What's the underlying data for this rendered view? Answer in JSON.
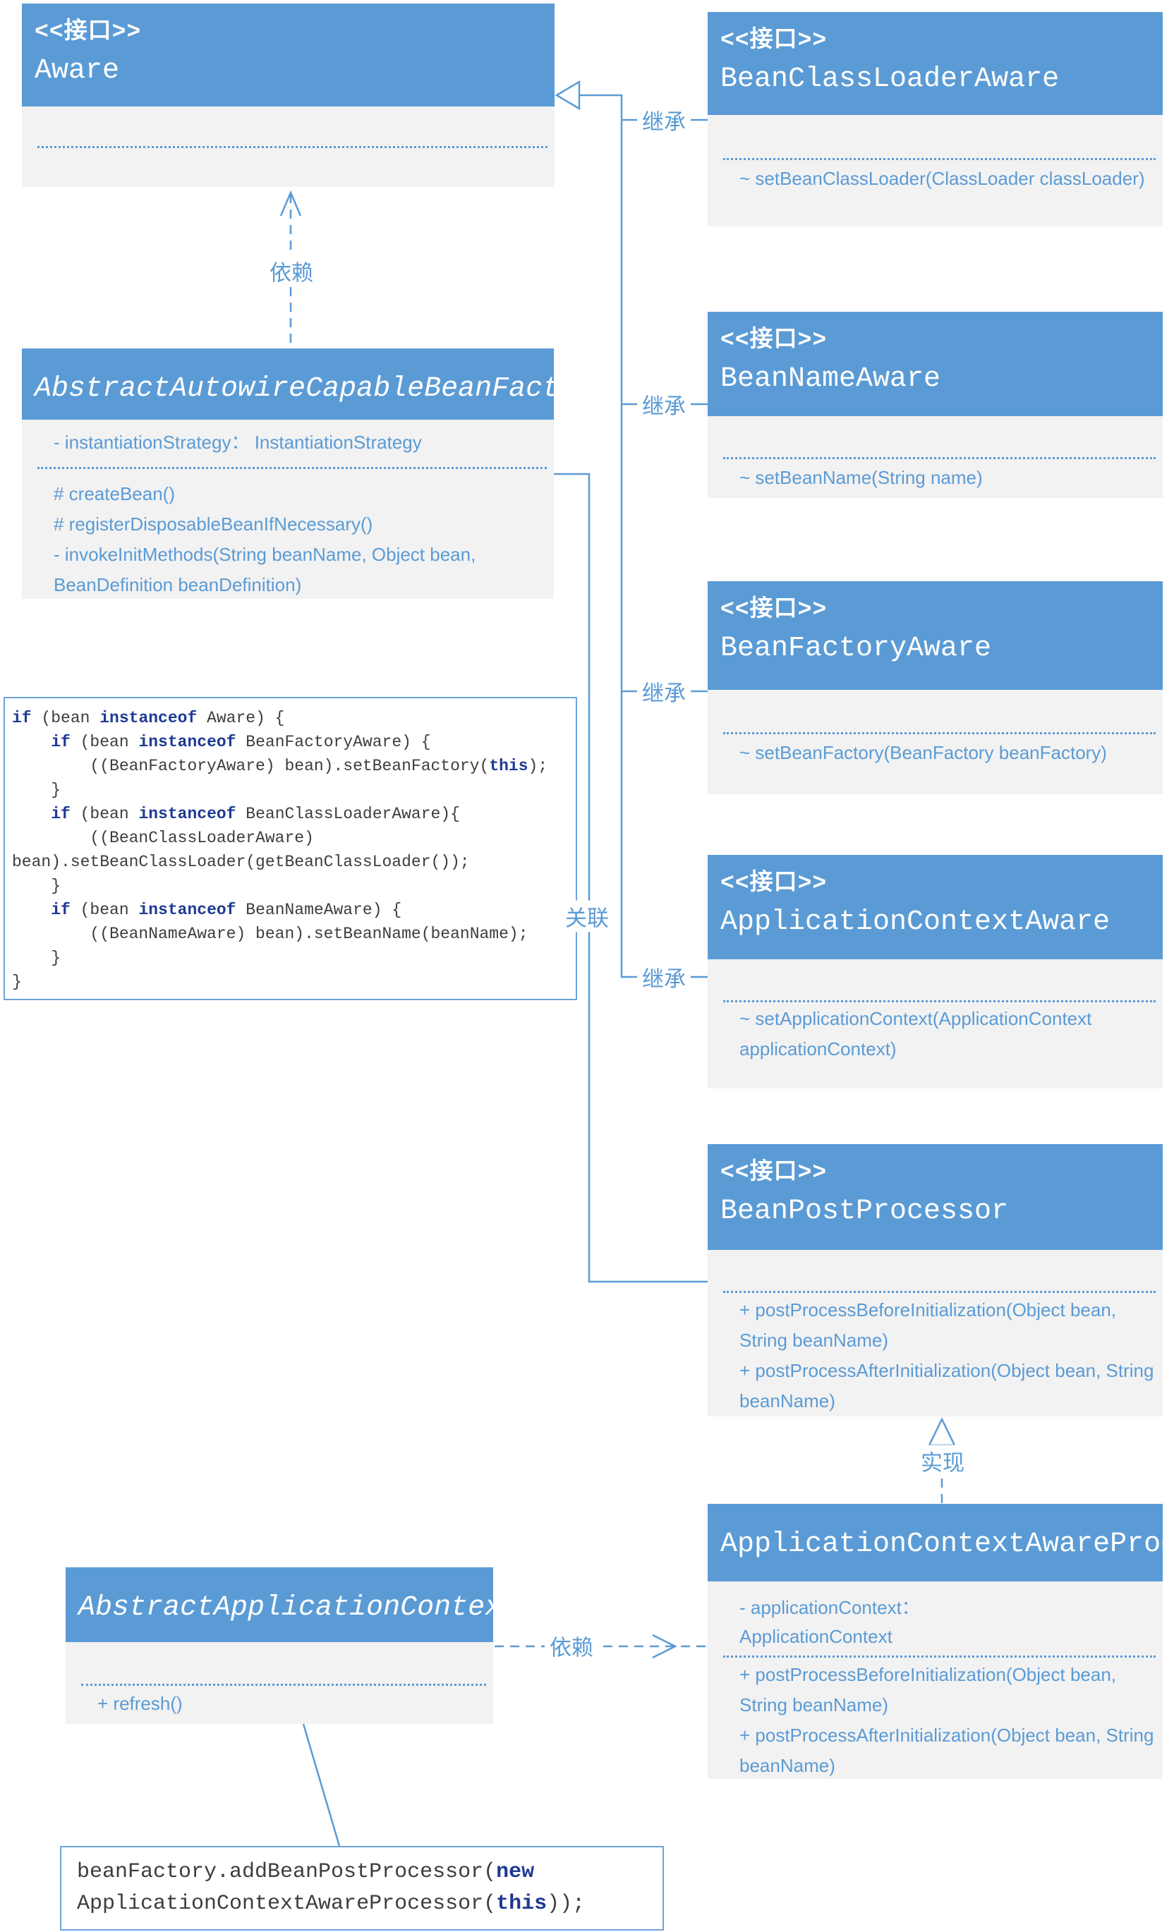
{
  "colors": {
    "header_blue": "#5b9bd5",
    "body_gray": "#f2f2f2",
    "member_text_blue": "#5b9bd5",
    "connector_blue": "#5b9bd5",
    "code_text": "#3d3d3d",
    "code_keyword_navy": "#1f3a93",
    "header_text_white": "#ffffff"
  },
  "labels": {
    "inherit": "继承",
    "depend": "依赖",
    "associate": "关联",
    "realize": "实现"
  },
  "boxes": {
    "aware": {
      "stereotype": "<<接口>>",
      "name": "Aware"
    },
    "beanClassLoaderAware": {
      "stereotype": "<<接口>>",
      "name": "BeanClassLoaderAware",
      "methods": [
        "~ setBeanClassLoader(ClassLoader classLoader)"
      ]
    },
    "beanNameAware": {
      "stereotype": "<<接口>>",
      "name": "BeanNameAware",
      "methods": [
        "~ setBeanName(String name)"
      ]
    },
    "beanFactoryAware": {
      "stereotype": "<<接口>>",
      "name": "BeanFactoryAware",
      "methods": [
        "~ setBeanFactory(BeanFactory beanFactory)"
      ]
    },
    "applicationContextAware": {
      "stereotype": "<<接口>>",
      "name": "ApplicationContextAware",
      "methods": [
        "~ setApplicationContext(ApplicationContext applicationContext)"
      ]
    },
    "beanPostProcessor": {
      "stereotype": "<<接口>>",
      "name": "BeanPostProcessor",
      "methods": [
        "+ postProcessBeforeInitialization(Object bean, String beanName)",
        "+ postProcessAfterInitialization(Object bean, String beanName)"
      ]
    },
    "abstractAutowireCapableBeanFactory": {
      "name": "AbstractAutowireCapableBeanFactory",
      "attributes": [
        "- instantiationStrategy：  InstantiationStrategy"
      ],
      "methods": [
        "# createBean()",
        "# registerDisposableBeanIfNecessary()",
        "- invokeInitMethods(String beanName, Object bean, BeanDefinition beanDefinition)"
      ]
    },
    "applicationContextAwareProcessor": {
      "name": "ApplicationContextAwareProcessor",
      "attributes": [
        "- applicationContext：",
        "ApplicationContext"
      ],
      "methods": [
        "+ postProcessBeforeInitialization(Object bean, String beanName)",
        "+ postProcessAfterInitialization(Object bean, String beanName)"
      ]
    },
    "abstractApplicationContext": {
      "name": "AbstractApplicationContext",
      "methods": [
        "+ refresh()"
      ]
    }
  },
  "code_blocks": {
    "aware_instanceof": {
      "lines": [
        [
          {
            "t": "if",
            "k": 1
          },
          {
            "t": " (bean "
          },
          {
            "t": "instanceof",
            "k": 1
          },
          {
            "t": " Aware) {"
          }
        ],
        [
          {
            "t": "    "
          },
          {
            "t": "if",
            "k": 1
          },
          {
            "t": " (bean "
          },
          {
            "t": "instanceof",
            "k": 1
          },
          {
            "t": " BeanFactoryAware) {"
          }
        ],
        [
          {
            "t": "        ((BeanFactoryAware) bean).setBeanFactory("
          },
          {
            "t": "this",
            "k": 1
          },
          {
            "t": ");"
          }
        ],
        [
          {
            "t": "    }"
          }
        ],
        [
          {
            "t": "    "
          },
          {
            "t": "if",
            "k": 1
          },
          {
            "t": " (bean "
          },
          {
            "t": "instanceof",
            "k": 1
          },
          {
            "t": " BeanClassLoaderAware){"
          }
        ],
        [
          {
            "t": "        ((BeanClassLoaderAware)"
          }
        ],
        [
          {
            "t": "bean).setBeanClassLoader(getBeanClassLoader());"
          }
        ],
        [
          {
            "t": "    }"
          }
        ],
        [
          {
            "t": "    "
          },
          {
            "t": "if",
            "k": 1
          },
          {
            "t": " (bean "
          },
          {
            "t": "instanceof",
            "k": 1
          },
          {
            "t": " BeanNameAware) {"
          }
        ],
        [
          {
            "t": "        ((BeanNameAware) bean).setBeanName(beanName);"
          }
        ],
        [
          {
            "t": "    }"
          }
        ],
        [
          {
            "t": "}"
          }
        ]
      ]
    },
    "add_bean_post_processor": {
      "lines": [
        [
          {
            "t": "beanFactory.addBeanPostProcessor("
          },
          {
            "t": "new",
            "k": 1
          }
        ],
        [
          {
            "t": "ApplicationContextAwareProcessor("
          },
          {
            "t": "this",
            "k": 1
          },
          {
            "t": "));"
          }
        ]
      ]
    }
  }
}
